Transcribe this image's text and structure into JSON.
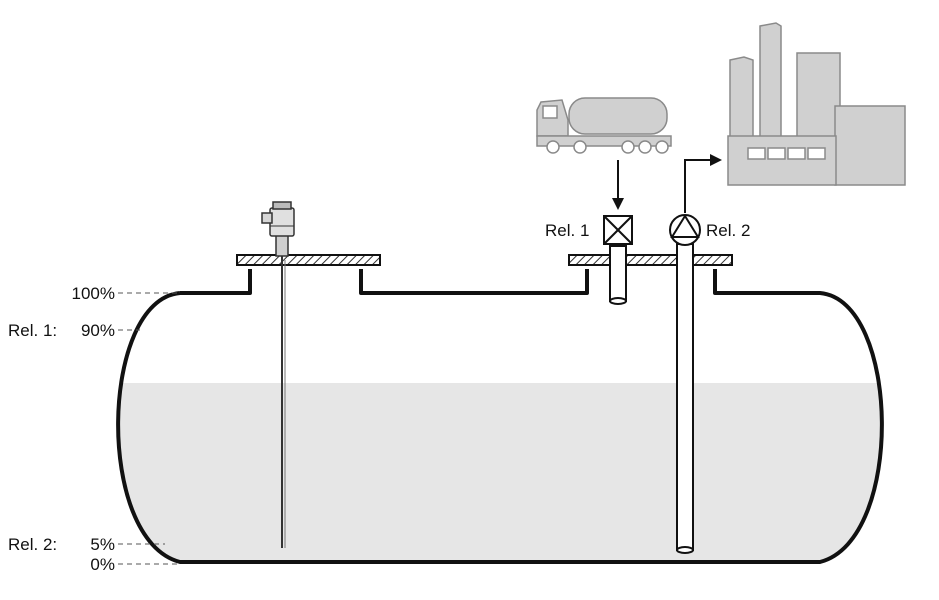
{
  "levels": {
    "full": "100%",
    "rel1_name": "Rel. 1:",
    "rel1_value": "90%",
    "rel2_name": "Rel. 2:",
    "rel2_value": "5%",
    "empty": "0%"
  },
  "relays": {
    "relay1": "Rel. 1",
    "relay2": "Rel. 2"
  },
  "icons": {
    "sensor": "level-probe-icon",
    "truck": "tanker-truck-icon",
    "factory": "factory-icon",
    "valve": "valve-icon",
    "pump": "pump-icon"
  },
  "colors": {
    "outline": "#111111",
    "liquid": "#e6e6e6",
    "illustration": "#d0d0d0",
    "illustration_edge": "#8a8a8a"
  }
}
